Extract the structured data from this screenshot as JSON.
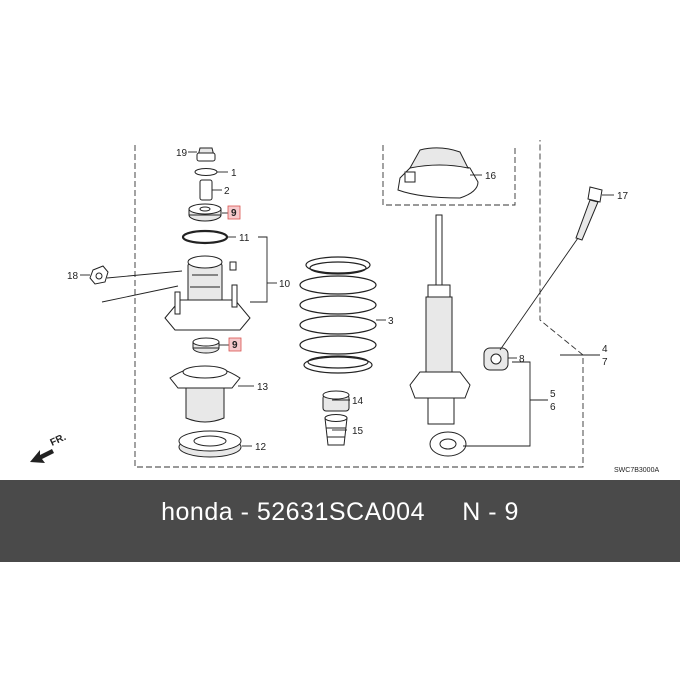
{
  "diagram": {
    "callouts": {
      "c1": "1",
      "c2": "2",
      "c3": "3",
      "c4": "4",
      "c5": "5",
      "c6": "6",
      "c7": "7",
      "c8": "8",
      "c9a": "9",
      "c9b": "9",
      "c10": "10",
      "c11": "11",
      "c12": "12",
      "c13": "13",
      "c14": "14",
      "c15": "15",
      "c16": "16",
      "c17": "17",
      "c18": "18",
      "c19": "19"
    },
    "fr_label": "FR.",
    "drawing_code": "SWC7B3000A",
    "highlight_color": "#f6c9cc"
  },
  "footer": {
    "title": "honda - 52631SCA004     N - 9",
    "background": "#4a4a4a"
  }
}
